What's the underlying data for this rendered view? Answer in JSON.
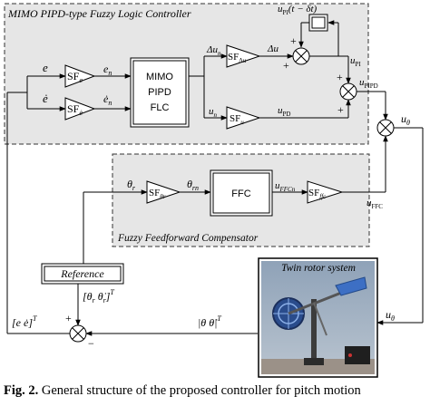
{
  "regions": {
    "flc_title": "MIMO PIPD-type Fuzzy Logic Controller",
    "ffc_title": "Fuzzy Feedforward Compensator"
  },
  "signals": {
    "e": "e",
    "e_dot": "ė",
    "e_n": "e",
    "e_n_sub": "n",
    "e_dot_n": "ė",
    "e_dot_n_sub": "n",
    "delta_u_n": "Δu",
    "delta_u_n_sub": "n",
    "delta_u": "Δu",
    "u_n": "u",
    "u_n_sub": "n",
    "u_pd": "u",
    "u_pd_sub": "PD",
    "u_pi_delay": "u",
    "u_pi_delay_sub": "PI",
    "u_pi_delay_arg": "(t − δt)",
    "u_pi": "u",
    "u_pi_sub": "PI",
    "u_pipd": "u",
    "u_pipd_sub": "PIPD",
    "u_theta_top": "u",
    "u_theta_top_sub": "θ",
    "theta_r": "θ",
    "theta_r_sub": "r",
    "theta_rn": "θ",
    "theta_rn_sub": "rn",
    "u_ffcn": "u",
    "u_ffcn_sub": "FFCn",
    "u_ffc": "u",
    "u_ffc_sub": "FFC",
    "ref_vector": "[θ",
    "ref_vector_mid": "r",
    "ref_vector_dot": "  θ̇",
    "ref_vector_end": "]",
    "ref_vector_T": "T",
    "error_vector": "[e    ė]",
    "error_vector_T": "T",
    "state_vector": "|θ    θ̇|",
    "state_vector_T": "T",
    "u_theta_bottom": "u",
    "u_theta_bottom_sub": "θ"
  },
  "blocks": {
    "sf_e": "SF",
    "sf_e_sub": "e",
    "sf_edot": "SF",
    "sf_edot_sub": "ė",
    "flc_line1": "MIMO",
    "flc_line2": "PIPD",
    "flc_line3": "FLC",
    "sf_du": "SF",
    "sf_du_sub": "Δu",
    "sf_u": "SF",
    "sf_u_sub": "u",
    "sf_theta": "SF",
    "sf_theta_sub": "θr",
    "ffc": "FFC",
    "sf_ffc": "SF",
    "sf_ffc_sub": "ffc",
    "reference": "Reference",
    "twin_rotor": "Twin rotor system"
  },
  "signs": {
    "pi_sum_top": "+",
    "pi_sum_left": "+",
    "pipd_top": "+",
    "pipd_bottom": "+",
    "ref_plus": "+",
    "fb_minus": "−"
  },
  "caption": {
    "label": "Fig. 2.",
    "text": " General structure of the proposed controller for pitch motion"
  }
}
